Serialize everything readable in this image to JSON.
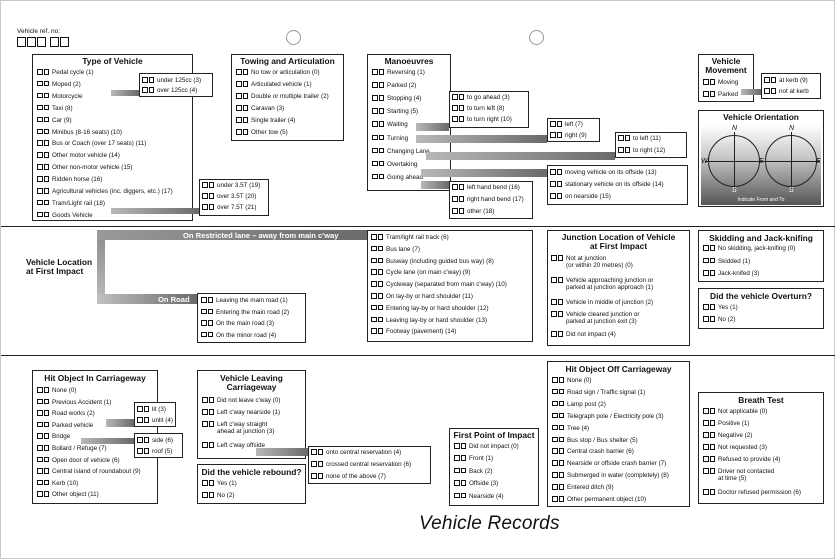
{
  "ref_label": "Vehicle ref. no:",
  "footer_title": "Vehicle Records",
  "type": {
    "title": "Type of Vehicle",
    "items": [
      "Pedal cycle (1)",
      "Moped (2)",
      "Motorcycle",
      "Taxi (8)",
      "Car (9)",
      "Minibus (8-16 seats) (10)",
      "Bus or Coach (over 17 seats) (11)",
      "Other motor vehicle (14)",
      "Other non-motor vehicle (15)",
      "Ridden horse (16)",
      "Agricultural vehicles (inc. diggers, etc.) (17)",
      "Tram/Light rail (18)",
      "Goods Vehicle"
    ],
    "moto": [
      "under 125cc (3)",
      "over 125cc (4)"
    ],
    "goods": [
      "under 3.5T (19)",
      "over 3.5T (20)",
      "over 7.5T (21)"
    ]
  },
  "towing": {
    "title": "Towing and Articulation",
    "items": [
      "No tow or articulation (0)",
      "Articulated vehicle (1)",
      "Double or multiple trailer (2)",
      "Caravan (3)",
      "Single trailer (4)",
      "Other tow (5)"
    ]
  },
  "man": {
    "title": "Manoeuvres",
    "items": [
      "Reversing (1)",
      "Parked (2)",
      "Stopping (4)",
      "Starting (5)",
      "Waiting",
      "Turning",
      "Changing Lane",
      "Overtaking",
      "Going ahead"
    ],
    "waiting": [
      "to go ahead (3)",
      "to turn left (8)",
      "to turn right (10)"
    ],
    "turning": [
      "left (7)",
      "right (9)"
    ],
    "lane": [
      "to left (11)",
      "to right (12)"
    ],
    "overtaking": [
      "moving vehicle on its offside (13)",
      "stationary vehicle on its offside (14)",
      "on nearside (15)"
    ],
    "ahead": [
      "left hand bend (16)",
      "right hand bend (17)",
      "other (18)"
    ]
  },
  "movement": {
    "title": "Vehicle Movement",
    "items": [
      "Moving",
      "Parked"
    ],
    "parked": [
      "at kerb (9)",
      "not at kerb"
    ]
  },
  "orientation": {
    "title": "Vehicle Orientation",
    "caption": "Indicate From and To",
    "n": "N",
    "s": "S",
    "e": "E",
    "w": "W"
  },
  "location": {
    "title": "Vehicle Location at First Impact",
    "restricted": "On Restricted lane – away from main c'way",
    "onroad": "On Road",
    "road_items": [
      "Leaving the main road (1)",
      "Entering the main road (2)",
      "On the main road (3)",
      "On the minor road (4)"
    ],
    "lane_items": [
      "Tram/light rail track (6)",
      "Bus lane (7)",
      "Busway (including guided bus way) (8)",
      "Cycle lane (on main c'way) (9)",
      "Cycleway (separated from main c'way) (10)",
      "On lay-by or hard shoulder (11)",
      "Entering lay-by or hard shoulder (12)",
      "Leaving lay-by or hard shoulder (13)",
      "Footway (pavement) (14)"
    ]
  },
  "junction": {
    "title": "Junction Location of Vehicle at First Impact",
    "items": [
      "Not at junction",
      "(or within 20 metres) (0)",
      "Vehicle approaching junction or",
      "parked at junction approach (1)",
      "Vehicle in middle of junction (2)",
      "Vehicle cleared junction or",
      "parked at junction exit (3)",
      "Did not impact (4)"
    ]
  },
  "skid": {
    "title": "Skidding and Jack-knifing",
    "items": [
      "No skidding, jack-knifing (0)",
      "Skidded (1)",
      "Jack-knifed (3)"
    ]
  },
  "overturn": {
    "title": "Did the vehicle Overturn?",
    "items": [
      "Yes (1)",
      "No (2)"
    ]
  },
  "hit_in": {
    "title": "Hit Object In Carriageway",
    "items": [
      "None (0)",
      "Previous Accident (1)",
      "Road works (2)",
      "Parked vehicle",
      "Bridge",
      "Bollard / Refuge (7)",
      "Open door of vehicle (6)",
      "Central island of roundabout (9)",
      "Kerb (10)",
      "Other object (11)"
    ],
    "parked": [
      "lit (3)",
      "unlit (4)"
    ],
    "bridge": [
      "side (6)",
      "roof (5)"
    ]
  },
  "leaving": {
    "title": "Vehicle Leaving Carriageway",
    "items": [
      "Did not leave c'way (0)",
      "Left c'way nearside (1)",
      "Left c'way straight",
      "ahead at junction (3)",
      "Left c'way offside"
    ],
    "offside": [
      "onto central reservation (4)",
      "crossed central reservation (6)",
      "none of the above (7)"
    ]
  },
  "rebound": {
    "title": "Did the vehicle rebound?",
    "items": [
      "Yes (1)",
      "No (2)"
    ]
  },
  "first": {
    "title": "First Point of Impact",
    "items": [
      "Did not impact (0)",
      "Front (1)",
      "Back (2)",
      "Offside (3)",
      "Nearside (4)"
    ]
  },
  "hit_off": {
    "title": "Hit Object Off Carriageway",
    "items": [
      "None (0)",
      "Road sign / Traffic signal (1)",
      "Lamp post (2)",
      "Telegraph pole / Electricity pole (3)",
      "Tree (4)",
      "Bus stop / Bus shelter (5)",
      "Central crash barrier (6)",
      "Nearside or offside crash barrier (7)",
      "Submerged in water (completely) (8)",
      "Entered ditch (9)",
      "Other permanent object (10)"
    ]
  },
  "breath": {
    "title": "Breath Test",
    "items": [
      "Not applicable (0)",
      "Positive (1)",
      "Negative (2)",
      "Not requested (3)",
      "Refused to provide (4)",
      "Driver not contacted",
      "at time (5)",
      "Doctor refused permission (6)"
    ]
  }
}
